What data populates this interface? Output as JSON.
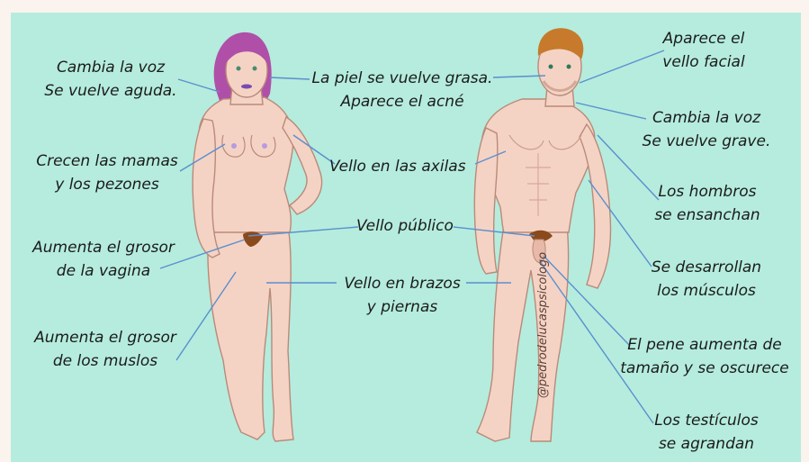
{
  "labels": {
    "voz_aguda": [
      "Cambia la voz",
      "Se vuelve aguda."
    ],
    "piel": [
      "La piel se vuelve grasa.",
      "Aparece el acné"
    ],
    "mamas": [
      "Crecen las mamas",
      "y los pezones"
    ],
    "axilas": "Vello en las axilas",
    "vagina": [
      "Aumenta el grosor",
      "de la vagina"
    ],
    "pubico": "Vello público",
    "brazos": [
      "Vello en brazos",
      "y piernas"
    ],
    "muslos": [
      "Aumenta el grosor",
      "de los muslos"
    ],
    "facial": [
      "Aparece el",
      "vello facial"
    ],
    "voz_grave": [
      "Cambia la voz",
      "Se vuelve grave."
    ],
    "hombros": [
      "Los hombros",
      "se ensanchan"
    ],
    "musculos": [
      "Se desarrollan",
      "los músculos"
    ],
    "pene": [
      "El pene aumenta de",
      "tamaño y se oscurece"
    ],
    "testiculos": [
      "Los testículos",
      "se agrandan"
    ]
  },
  "watermark": "@pedrodelucaspsicologo",
  "colors": {
    "background": "#b5ecdd",
    "frame": "#fbf3ee",
    "skin": "#f5d3c4",
    "leader_line": "#5a8fd0",
    "female_hair": "#b04fa8",
    "male_hair": "#c77a2c",
    "pubic_hair": "#8a4a1c"
  }
}
